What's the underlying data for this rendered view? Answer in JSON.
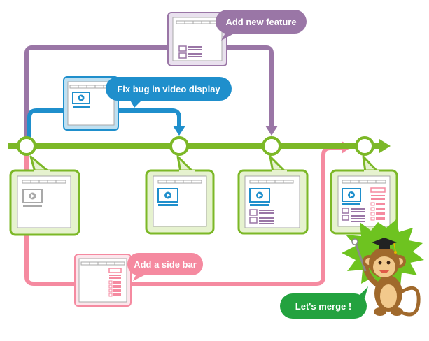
{
  "labels": {
    "feature": "Add new feature",
    "bugfix": "Fix bug in video display",
    "sidebar": "Add a side bar",
    "merge": "Let's merge !"
  },
  "colors": {
    "main": "#7cb827",
    "purple": "#9a76a6",
    "blue": "#1f8fcc",
    "pink": "#f58aa0",
    "green_bubble": "#23a23f",
    "card_blue_bg": "#bfe0f1",
    "card_pink_bg": "#fce6ec",
    "card_purple_bg": "#e9e1ee",
    "card_green_bg": "#e6f2cf"
  },
  "icons": [
    "video-icon",
    "monkey-mascot",
    "graduation-cap-icon",
    "pointer-stick-icon",
    "arrow-head-icon"
  ]
}
